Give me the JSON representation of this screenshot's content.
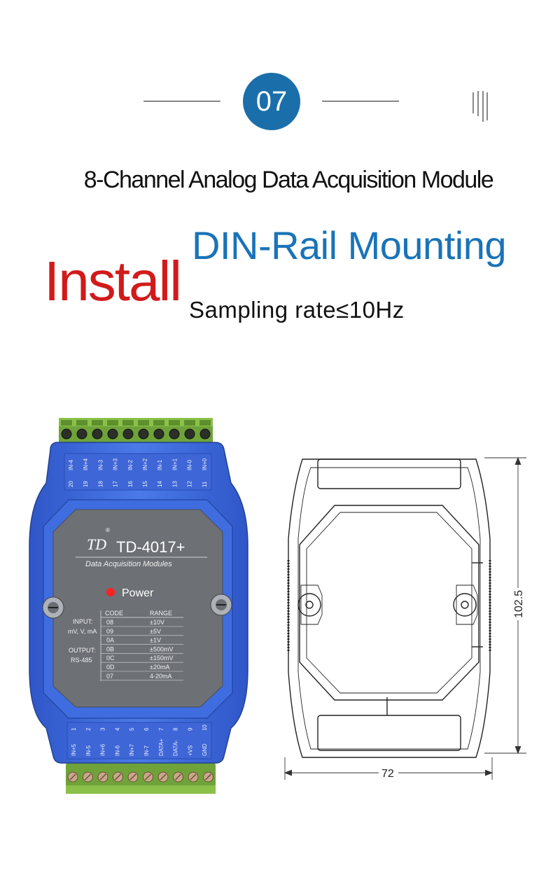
{
  "section_number": "07",
  "heading": "8-Channel Analog Data Acquisition Module",
  "install_label": "Install",
  "feature_title": "DIN-Rail Mounting",
  "feature_subtitle": "Sampling rate≤10Hz",
  "module": {
    "model": "TD-4017+",
    "subtitle": "Data Acquisition Modules",
    "power_label": "Power",
    "top_pins": [
      {
        "label": "IN-4",
        "num": "20"
      },
      {
        "label": "IN+4",
        "num": "19"
      },
      {
        "label": "IN-3",
        "num": "18"
      },
      {
        "label": "IN+3",
        "num": "17"
      },
      {
        "label": "IN-2",
        "num": "16"
      },
      {
        "label": "IN+2",
        "num": "15"
      },
      {
        "label": "IN-1",
        "num": "14"
      },
      {
        "label": "IN+1",
        "num": "13"
      },
      {
        "label": "IN-0",
        "num": "12"
      },
      {
        "label": "IN+0",
        "num": "11"
      }
    ],
    "bottom_pins": [
      {
        "num": "1",
        "label": "IN+5"
      },
      {
        "num": "2",
        "label": "IN-5"
      },
      {
        "num": "3",
        "label": "IN+6"
      },
      {
        "num": "4",
        "label": "IN-6"
      },
      {
        "num": "5",
        "label": "IN+7"
      },
      {
        "num": "6",
        "label": "IN-7"
      },
      {
        "num": "7",
        "label": "DATA+"
      },
      {
        "num": "8",
        "label": "DATA-"
      },
      {
        "num": "9",
        "label": "+VS"
      },
      {
        "num": "10",
        "label": "GND"
      }
    ],
    "spec_labels": [
      "INPUT:",
      "mV, V, mA",
      "OUTPUT:",
      "RS-485"
    ],
    "table_headers": [
      "CODE",
      "RANGE"
    ],
    "table_rows": [
      {
        "code": "08",
        "range": "±10V"
      },
      {
        "code": "09",
        "range": "±5V"
      },
      {
        "code": "0A",
        "range": "±1V"
      },
      {
        "code": "0B",
        "range": "±500mV"
      },
      {
        "code": "0C",
        "range": "±150mV"
      },
      {
        "code": "0D",
        "range": "±20mA"
      },
      {
        "code": "07",
        "range": "4-20mA"
      }
    ]
  },
  "dimensions": {
    "height": "102.5",
    "width": "72"
  }
}
